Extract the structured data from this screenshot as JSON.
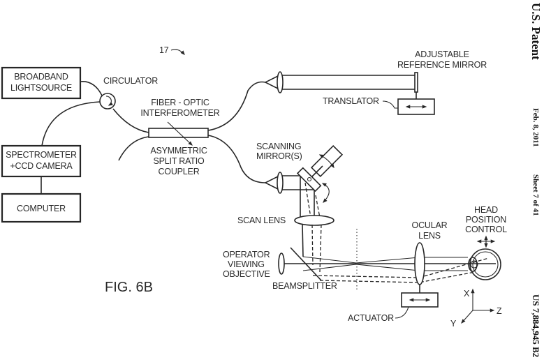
{
  "figure": {
    "title": "FIG. 6B",
    "reference_numeral": "17",
    "boxes": {
      "broadband_lightsource": [
        "BROADBAND",
        "LIGHTSOURCE"
      ],
      "spectrometer": [
        "SPECTROMETER",
        "+CCD CAMERA"
      ],
      "computer": [
        "COMPUTER"
      ]
    },
    "labels": {
      "circulator": "CIRCULATOR",
      "fiber_optic_interferometer": [
        "FIBER - OPTIC",
        "INTERFEROMETER"
      ],
      "asymmetric_coupler": [
        "ASYMMETRIC",
        "SPLIT RATIO",
        "COUPLER"
      ],
      "adjustable_reference_mirror": [
        "ADJUSTABLE",
        "REFERENCE MIRROR"
      ],
      "translator": "TRANSLATOR",
      "scanning_mirrors": [
        "SCANNING",
        "MIRROR(S)"
      ],
      "scan_lens": "SCAN LENS",
      "operator_viewing_objective": [
        "OPERATOR",
        "VIEWING",
        "OBJECTIVE"
      ],
      "beamsplitter": "BEAMSPLITTER",
      "ocular_lens": [
        "OCULAR",
        "LENS"
      ],
      "head_position_control": [
        "HEAD",
        "POSITION",
        "CONTROL"
      ],
      "actuator": "ACTUATOR",
      "axis_x": "X",
      "axis_y": "Y",
      "axis_z": "Z"
    }
  },
  "header": {
    "patent_label": "U.S. Patent",
    "date": "Feb. 8, 2011",
    "sheet": "Sheet 7 of 41",
    "patent_number": "US 7,884,945 B2"
  }
}
